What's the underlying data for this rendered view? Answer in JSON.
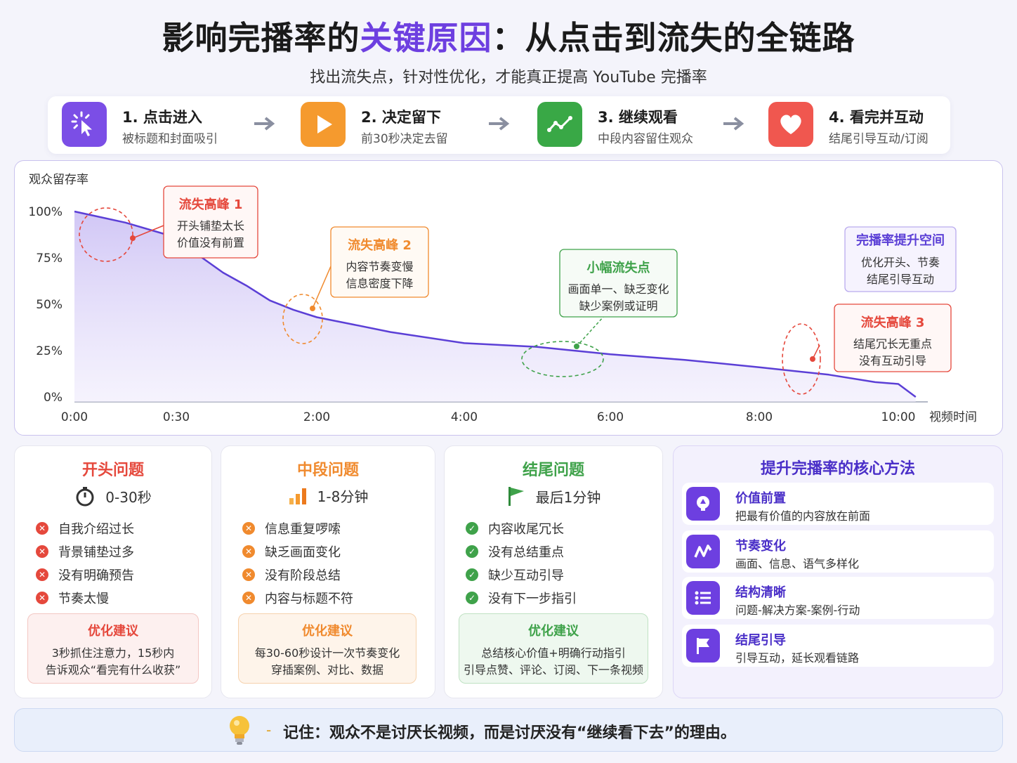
{
  "header": {
    "title_pre": "影响完播率的",
    "title_hl": "关键原因",
    "title_post": "：从点击到流失的全链路",
    "subtitle": "找出流失点，针对性优化，才能真正提高 YouTube 完播率"
  },
  "steps": [
    {
      "title": "1. 点击进入",
      "sub": "被标题和封面吸引",
      "color": "#7b4ee6",
      "icon": "cursor-click-icon"
    },
    {
      "title": "2. 决定留下",
      "sub": "前30秒决定去留",
      "color": "#f59a2e",
      "icon": "play-icon"
    },
    {
      "title": "3. 继续观看",
      "sub": "中段内容留住观众",
      "color": "#39a846",
      "icon": "trend-line-icon"
    },
    {
      "title": "4. 看完并互动",
      "sub": "结尾引导互动/订阅",
      "color": "#f0574f",
      "icon": "heart-icon"
    }
  ],
  "chart_data": {
    "type": "area",
    "ylabel": "观众留存率",
    "xlabel": "视频时间",
    "y_ticks": [
      "100%",
      "75%",
      "50%",
      "25%",
      "0%"
    ],
    "x_ticks": [
      "0:00",
      "0:30",
      "2:00",
      "4:00",
      "6:00",
      "8:00",
      "10:00"
    ],
    "x_seconds": [
      0,
      15,
      30,
      45,
      60,
      75,
      90,
      105,
      120,
      150,
      180,
      240,
      300,
      360,
      420,
      480,
      540,
      580,
      600,
      615
    ],
    "retention": [
      100,
      94,
      86,
      76,
      67,
      60,
      52,
      47,
      43,
      39,
      35,
      29,
      27,
      23,
      20,
      16,
      12,
      8,
      7,
      0
    ],
    "line_color": "#5b3fd6",
    "annotations": [
      {
        "title": "流失高峰 1",
        "lines": [
          "开头铺垫太长",
          "价值没有前置"
        ],
        "color": "#e5483c"
      },
      {
        "title": "流失高峰 2",
        "lines": [
          "内容节奏变慢",
          "信息密度下降"
        ],
        "color": "#f08a2e"
      },
      {
        "title": "小幅流失点",
        "lines": [
          "画面单一、缺乏变化",
          "缺少案例或证明"
        ],
        "color": "#3fa24a"
      },
      {
        "title": "完播率提升空间",
        "lines": [
          "优化开头、节奏",
          "结尾引导互动"
        ],
        "color": "#5b3fd6"
      },
      {
        "title": "流失高峰 3",
        "lines": [
          "结尾冗长无重点",
          "没有互动引导"
        ],
        "color": "#e5483c"
      }
    ]
  },
  "cards": [
    {
      "title": "开头问题",
      "range": "0-30秒",
      "color": "#e5483c",
      "icon": "stopwatch-icon",
      "items": [
        "自我介绍过长",
        "背景铺垫过多",
        "没有明确预告",
        "节奏太慢"
      ],
      "advice_title": "优化建议",
      "advice_lines": [
        "3秒抓住注意力，15秒内",
        "告诉观众“看完有什么收获”"
      ]
    },
    {
      "title": "中段问题",
      "range": "1-8分钟",
      "color": "#f08a2e",
      "icon": "bar-chart-icon",
      "items": [
        "信息重复啰嗦",
        "缺乏画面变化",
        "没有阶段总结",
        "内容与标题不符"
      ],
      "advice_title": "优化建议",
      "advice_lines": [
        "每30-60秒设计一次节奏变化",
        "穿插案例、对比、数据"
      ]
    },
    {
      "title": "结尾问题",
      "range": "最后1分钟",
      "color": "#3fa24a",
      "icon": "flag-icon",
      "items": [
        "内容收尾冗长",
        "没有总结重点",
        "缺少互动引导",
        "没有下一步指引"
      ],
      "advice_title": "优化建议",
      "advice_lines": [
        "总结核心价值+明确行动指引",
        "引导点赞、评论、订阅、下一条视频"
      ]
    }
  ],
  "methods": {
    "title": "提升完播率的核心方法",
    "items": [
      {
        "title": "价值前置",
        "text": "把最有价值的内容放在前面",
        "icon": "lightbulb-icon"
      },
      {
        "title": "节奏变化",
        "text": "画面、信息、语气多样化",
        "icon": "zigzag-icon"
      },
      {
        "title": "结构清晰",
        "text": "问题-解决方案-案例-行动",
        "icon": "list-icon"
      },
      {
        "title": "结尾引导",
        "text": "引导互动，延长观看链路",
        "icon": "flag-icon"
      }
    ]
  },
  "footer": {
    "dash": "-",
    "text": "记住：观众不是讨厌长视频，而是讨厌没有“继续看下去”的理由。"
  }
}
